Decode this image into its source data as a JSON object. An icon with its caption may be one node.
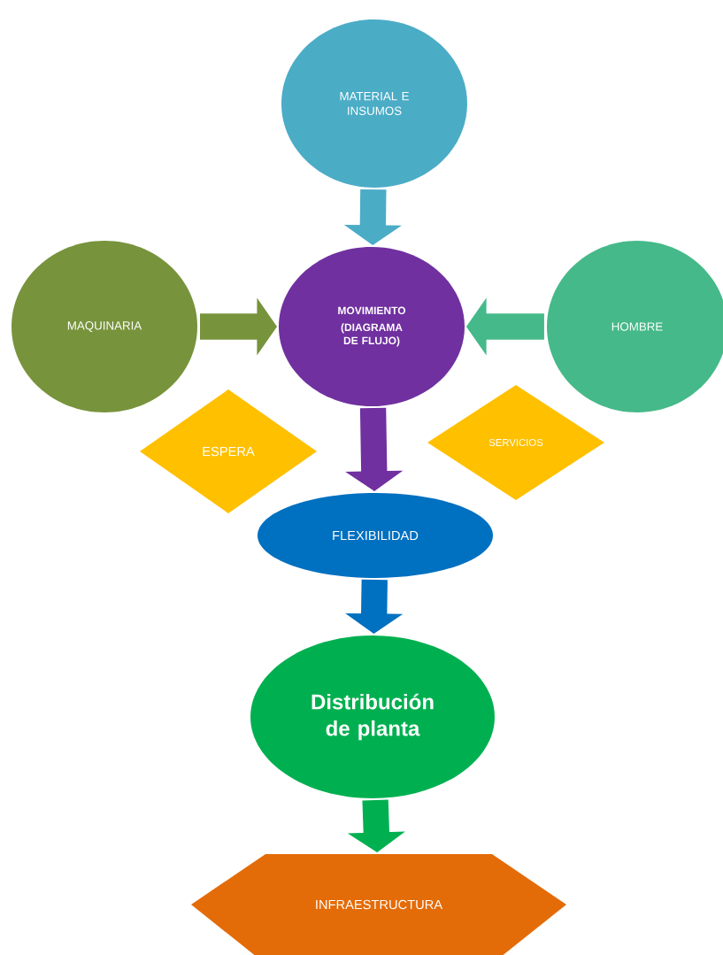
{
  "diagram": {
    "nodes": [
      {
        "text": [
          "MATERIAL E INSUMOS"
        ]
      },
      {
        "text": [
          "MAQUINARIA"
        ]
      },
      {
        "text": [
          "MOVIMIENTO",
          "(DIAGRAMA DE FLUJO)"
        ]
      },
      {
        "text": [
          "HOMBRE"
        ]
      },
      {
        "text": [
          "ESPERA"
        ]
      },
      {
        "text": [
          "SERVICIOS"
        ]
      },
      {
        "text": [
          "FLEXIBILIDAD"
        ]
      },
      {
        "text": [
          "Distribución de planta"
        ]
      },
      {
        "text": [
          "INFRAESTRUCTURA"
        ]
      }
    ],
    "edges": [
      {
        "from": 0,
        "to": 2,
        "arrow": "to",
        "color": "#4bacc6"
      },
      {
        "from": 1,
        "to": 2,
        "arrow": "to",
        "color": "#77933c"
      },
      {
        "from": 3,
        "to": 2,
        "arrow": "to",
        "color": "#45b989"
      },
      {
        "from": 2,
        "to": 6,
        "arrow": "to",
        "color": "#7030a0"
      },
      {
        "from": 6,
        "to": 7,
        "arrow": "to",
        "color": "#0070c0"
      },
      {
        "from": 7,
        "to": 8,
        "arrow": "to",
        "color": "#00b050"
      }
    ]
  }
}
